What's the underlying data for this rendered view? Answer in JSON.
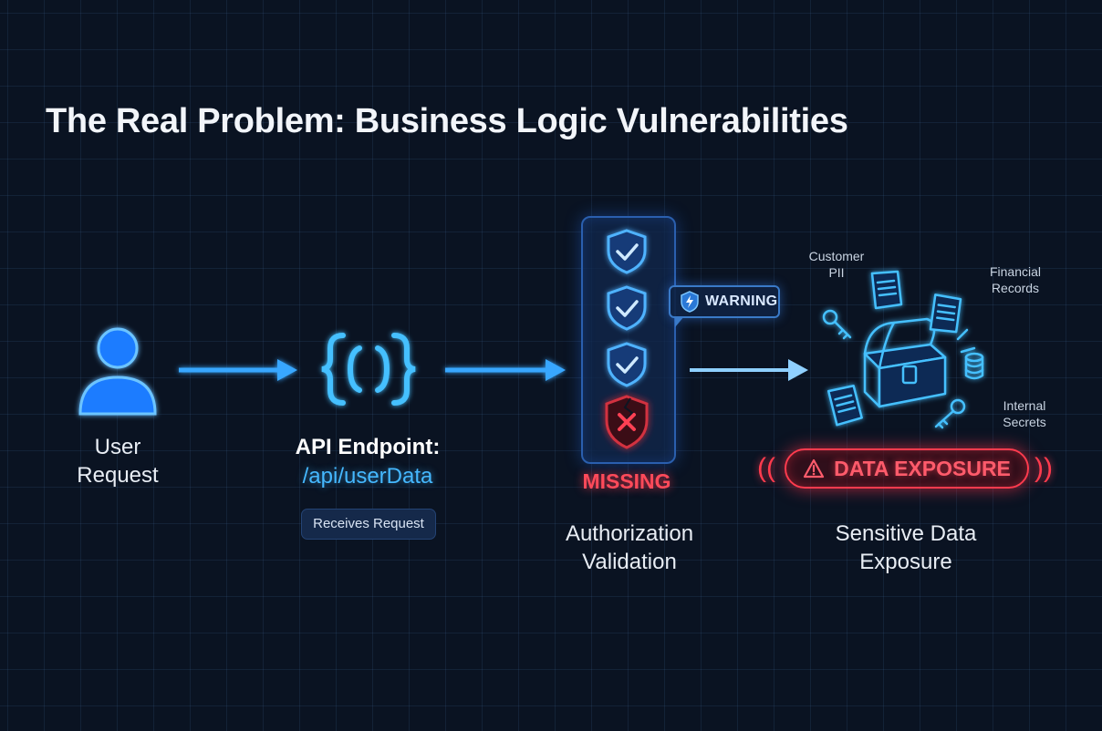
{
  "title": "The Real Problem: Business Logic Vulnerabilities",
  "nodes": {
    "user": {
      "label_line1": "User",
      "label_line2": "Request",
      "icon": "user-icon"
    },
    "api": {
      "title": "API Endpoint:",
      "path": "/api/userData",
      "badge": "Receives Request",
      "icon": "curly-braces-icon"
    },
    "auth": {
      "status": "MISSING",
      "label_line1": "Authorization",
      "label_line2": "Validation",
      "icon": "shield-check-icon"
    },
    "data": {
      "label_line1": "Sensitive Data",
      "label_line2": "Exposure",
      "icon": "treasure-chest-icon"
    }
  },
  "warning": {
    "label": "WARNING",
    "icon": "lightning-shield-icon"
  },
  "exposure_badge": {
    "label": "DATA EXPOSURE",
    "icon": "warning-triangle-icon",
    "left_ripple": "((",
    "right_ripple": "))"
  },
  "assets": {
    "customer_pii_line1": "Customer",
    "customer_pii_line2": "PII",
    "financial_line1": "Financial",
    "financial_line2": "Records",
    "secrets_line1": "Internal",
    "secrets_line2": "Secrets"
  },
  "colors": {
    "background": "#0a1322",
    "accent_blue": "#45b8ff",
    "alert_red": "#ff3b4e"
  }
}
